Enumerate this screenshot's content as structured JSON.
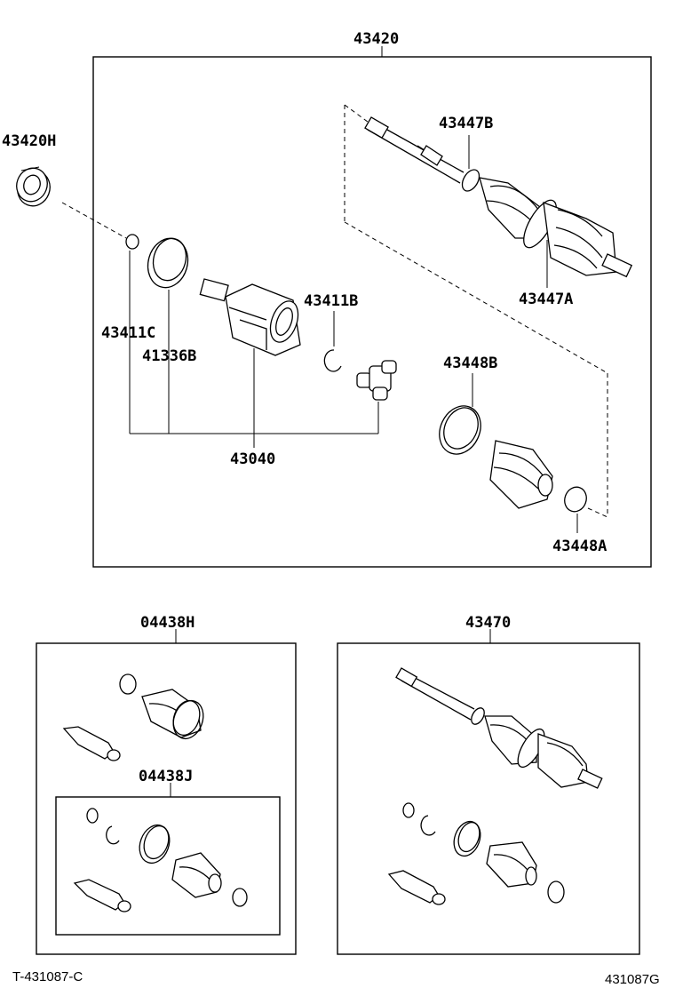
{
  "labels": {
    "main_assembly": "43420",
    "seal_outer": "43420H",
    "clamp_top": "43447B",
    "clamp_lower": "43447A",
    "snap_ring_b": "43411B",
    "snap_ring_c": "43411C",
    "boot_ring": "41336B",
    "inboard_joint": "43040",
    "clamp_band_b": "43448B",
    "clamp_band_a": "43448A",
    "boot_kit_h": "04438H",
    "boot_kit_j": "04438J",
    "shaft_assembly": "43470"
  },
  "footer": {
    "left_code": "T-431087-C",
    "right_code": "431087G"
  }
}
